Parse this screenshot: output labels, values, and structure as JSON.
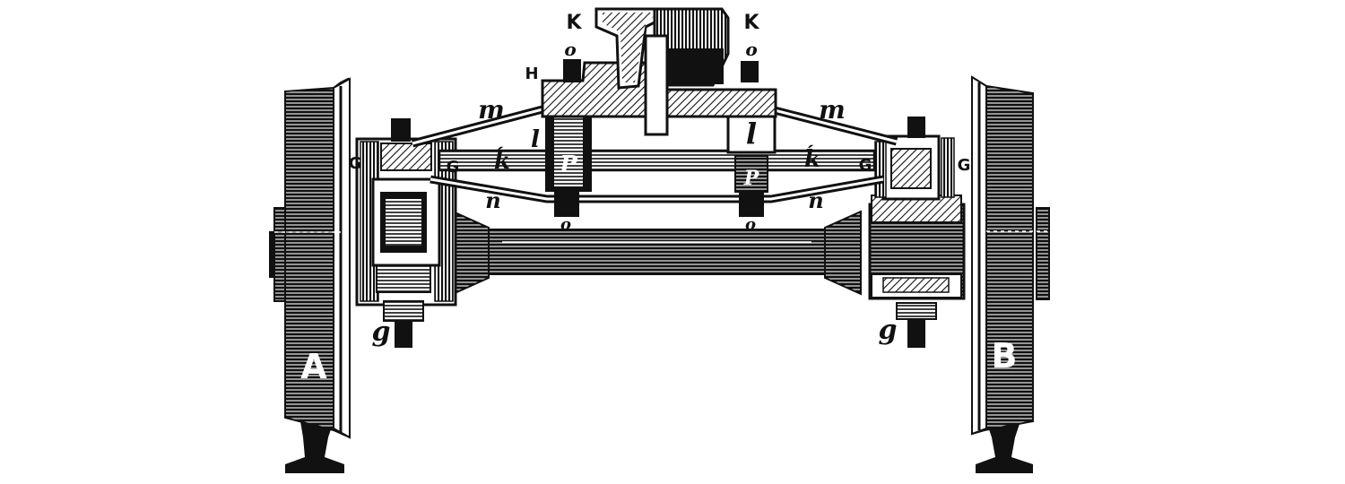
{
  "figure": {
    "colors": {
      "ink": "#111111",
      "paper": "#ffffff"
    },
    "labels": {
      "wheel_left": "A",
      "wheel_right": "B",
      "K_left": "K",
      "K_right": "K",
      "o_top_left": "o",
      "o_top_right": "o",
      "H": "H",
      "m_left": "m",
      "m_right": "m",
      "l_left": "l",
      "l_block": "l",
      "k_left": "ḱ",
      "k_right": "ḱ",
      "P_left": "P",
      "P_right": "P",
      "G_outer_left": "G",
      "G_inner_left": "G",
      "G_inner_right": "G",
      "G_outer_right": "G",
      "n_left": "n",
      "n_right": "n",
      "o_bottom_left": "o",
      "o_bottom_right": "o",
      "g_left": "g",
      "g_right": "g"
    }
  }
}
